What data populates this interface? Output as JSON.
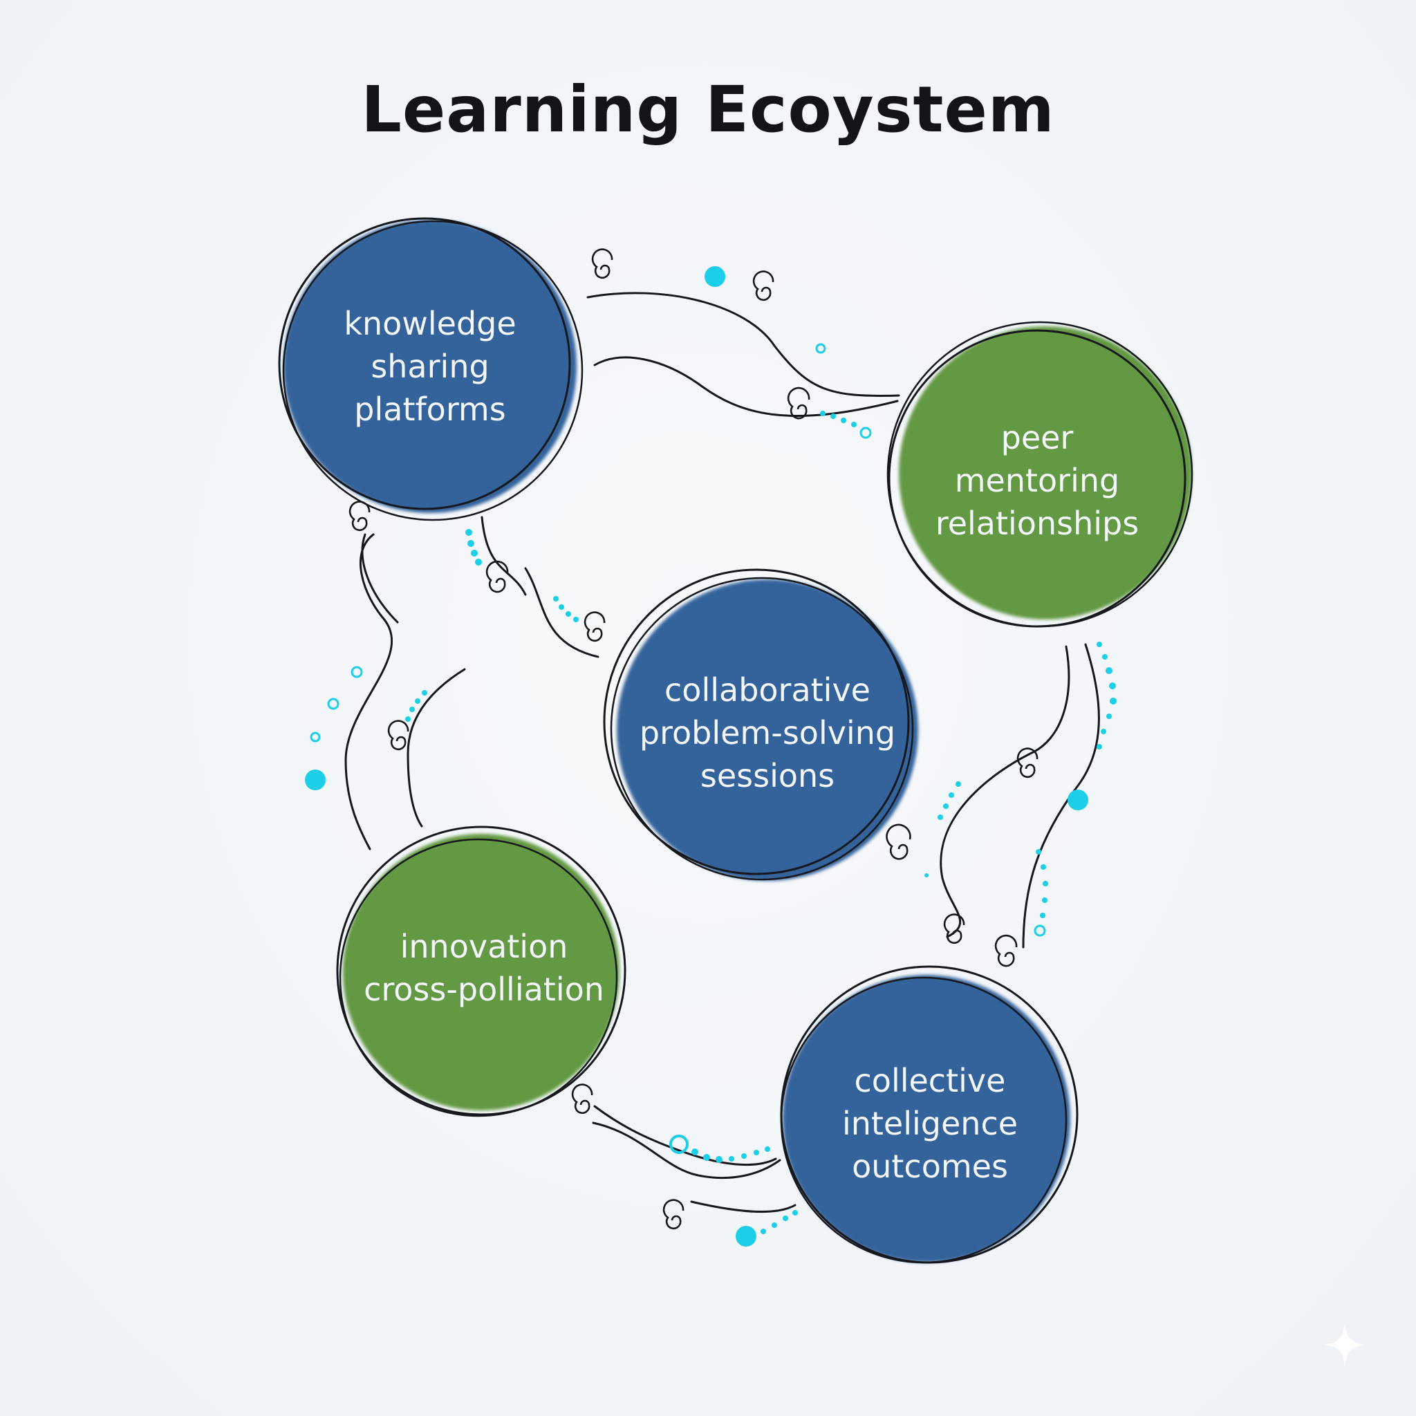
{
  "title": "Learning Ecoystem",
  "colors": {
    "blue_node": "#2f5f99",
    "green_node": "#5e963c",
    "outline": "#15181c",
    "accent_dots": "#1ccfe8",
    "background": "#f1f4f8"
  },
  "nodes": [
    {
      "id": "knowledge",
      "label": "knowledge\nsharing\nplatforms",
      "color": "blue"
    },
    {
      "id": "peer",
      "label": "peer\nmentoring\nrelationships",
      "color": "green"
    },
    {
      "id": "collab",
      "label": "collaborative\nproblem-solving\nsessions",
      "color": "blue"
    },
    {
      "id": "innovation",
      "label": "innovation\ncross-polliation",
      "color": "green"
    },
    {
      "id": "collective",
      "label": "collective\ninteligence\noutcomes",
      "color": "blue"
    }
  ],
  "icons": {
    "corner": "sparkle-icon"
  }
}
